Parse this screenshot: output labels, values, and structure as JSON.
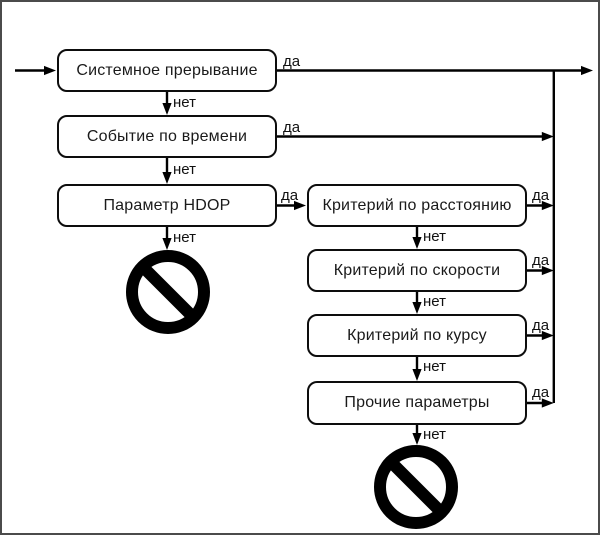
{
  "diagram": {
    "type": "flowchart",
    "title": "",
    "edge_labels": {
      "yes": "да",
      "no": "нет"
    },
    "nodes": [
      {
        "id": "system-interrupt",
        "label": "Системное прерывание"
      },
      {
        "id": "time-event",
        "label": "Событие по времени"
      },
      {
        "id": "hdop-parameter",
        "label": "Параметр HDOP"
      },
      {
        "id": "distance-criterion",
        "label": "Критерий по расстоянию"
      },
      {
        "id": "speed-criterion",
        "label": "Критерий по скорости"
      },
      {
        "id": "course-criterion",
        "label": "Критерий по курсу"
      },
      {
        "id": "other-parameters",
        "label": "Прочие параметры"
      }
    ],
    "terminators": [
      {
        "id": "discard-1",
        "symbol": "no-entry-sign"
      },
      {
        "id": "discard-2",
        "symbol": "no-entry-sign"
      }
    ],
    "edges": [
      {
        "from": "start",
        "to": "system-interrupt",
        "label": ""
      },
      {
        "from": "system-interrupt",
        "to": "exit-right",
        "label": "да"
      },
      {
        "from": "system-interrupt",
        "to": "time-event",
        "label": "нет"
      },
      {
        "from": "time-event",
        "to": "exit-right",
        "label": "да"
      },
      {
        "from": "time-event",
        "to": "hdop-parameter",
        "label": "нет"
      },
      {
        "from": "hdop-parameter",
        "to": "distance-criterion",
        "label": "да"
      },
      {
        "from": "hdop-parameter",
        "to": "discard-1",
        "label": "нет"
      },
      {
        "from": "distance-criterion",
        "to": "exit-right",
        "label": "да"
      },
      {
        "from": "distance-criterion",
        "to": "speed-criterion",
        "label": "нет"
      },
      {
        "from": "speed-criterion",
        "to": "exit-right",
        "label": "да"
      },
      {
        "from": "speed-criterion",
        "to": "course-criterion",
        "label": "нет"
      },
      {
        "from": "course-criterion",
        "to": "exit-right",
        "label": "да"
      },
      {
        "from": "course-criterion",
        "to": "other-parameters",
        "label": "нет"
      },
      {
        "from": "other-parameters",
        "to": "exit-right",
        "label": "да"
      },
      {
        "from": "other-parameters",
        "to": "discard-2",
        "label": "нет"
      }
    ],
    "colors": {
      "line": "#000000",
      "box_border": "#0d0d0d",
      "box_fill": "#ffffff",
      "background": "#ffffff",
      "frame_border": "#4b4b4b"
    }
  }
}
